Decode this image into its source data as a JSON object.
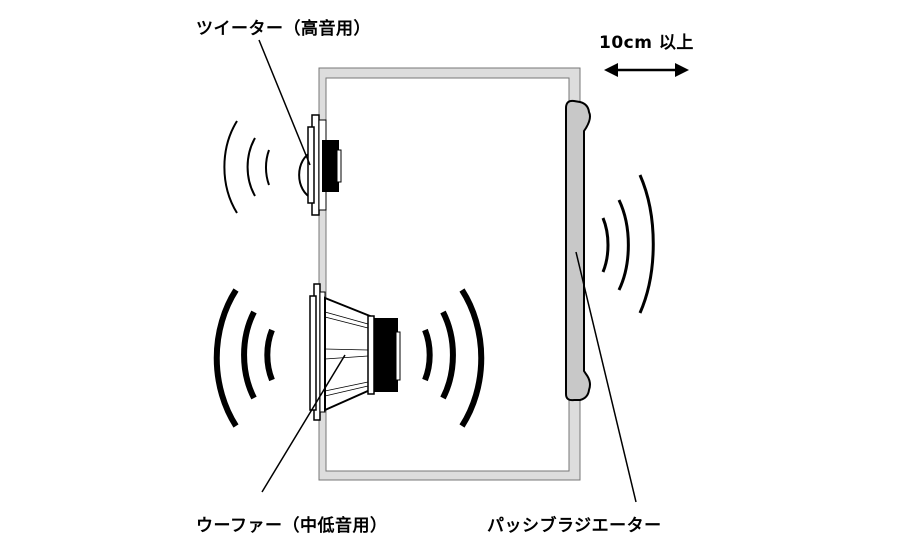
{
  "labels": {
    "tweeter": "ツイーター（高音用）",
    "woofer": "ウーファー（中低音用）",
    "passive_radiator": "パッシブラジエーター",
    "clearance": "10cm 以上"
  },
  "colors": {
    "line": "#000000",
    "enclosure_fill": "#dddddd",
    "enclosure_stroke": "#777777",
    "radiator_fill": "#c8c8c8",
    "background": "#ffffff"
  }
}
